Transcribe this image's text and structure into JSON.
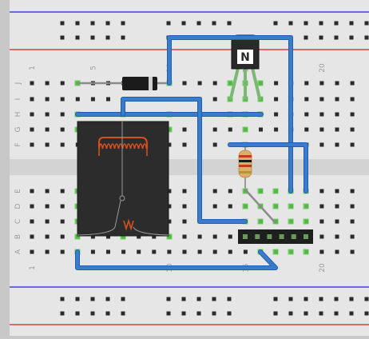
{
  "breadboard": {
    "row_letters": [
      "J",
      "I",
      "H",
      "G",
      "F",
      "E",
      "D",
      "C",
      "B",
      "A"
    ],
    "column_numbers": [
      "1",
      "5",
      "10",
      "15",
      "20"
    ]
  },
  "components": {
    "transistor_label": "N"
  },
  "colors": {
    "board": "#e6e6e6",
    "trench": "#d2d2d2",
    "hole": "#2a2a2a",
    "rail_red": "#cc2222",
    "rail_blue": "#2222cc",
    "wire": "#3a78c8",
    "wire_stroke": "#1f5aa8",
    "connected_hole": "#5ecf4e",
    "relay_body": "#2b2b2b",
    "coil": "#d4501e",
    "lead_green": "#76b06e"
  }
}
